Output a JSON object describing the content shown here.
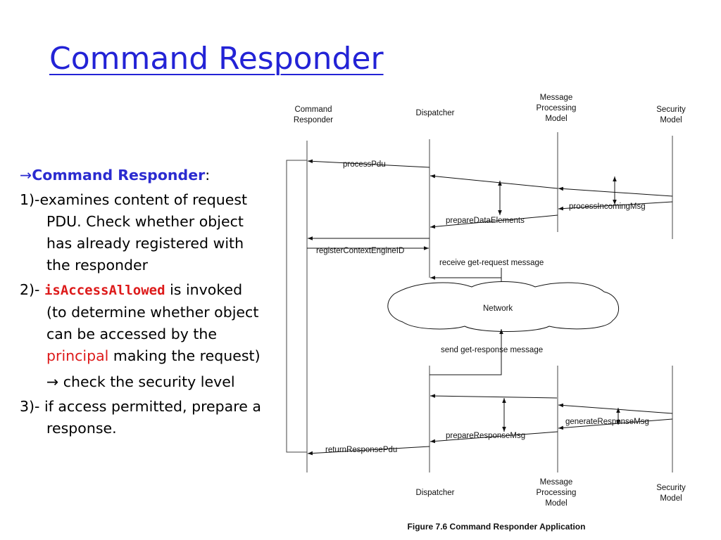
{
  "slide": {
    "title": "Command Responder"
  },
  "bullets": {
    "heading_arrow": "→",
    "heading": "Command Responder",
    "heading_colon": ":",
    "item1": "1)-examines content of request PDU. Check whether object has already registered with the responder",
    "item2_prefix": "2)- ",
    "item2_function": "isAccessAllowed",
    "item2_mid": " is invoked (to determine whether object can be accessed by the ",
    "item2_highlight": "principal",
    "item2_suffix": " making the request)",
    "item2_sub_arrow": "→",
    "item2_sub": " check the security level",
    "item3": "3)- if access permitted, prepare a response."
  },
  "diagram": {
    "top_headers": {
      "command_responder": [
        "Command",
        "Responder"
      ],
      "dispatcher": [
        "Dispatcher"
      ],
      "mpm": [
        "Message",
        "Processing",
        "Model"
      ],
      "security": [
        "Security",
        "Model"
      ]
    },
    "bottom_headers": {
      "dispatcher": [
        "Dispatcher"
      ],
      "mpm": [
        "Message",
        "Processing",
        "Model"
      ],
      "security": [
        "Security",
        "Model"
      ]
    },
    "messages": {
      "process_pdu": "processPdu",
      "process_incoming": "processIncomingMsg",
      "prepare_data": "prepareDataElements",
      "register_context": "registerContextEngineID",
      "receive_request": "receive get-request message",
      "network": "Network",
      "send_response": "send get-response message",
      "generate_response": "generateResponseMsg",
      "prepare_response": "prepareResponseMsg",
      "return_response": "returnResponsePdu"
    },
    "caption": "Figure 7.6 Command Responder Application"
  }
}
